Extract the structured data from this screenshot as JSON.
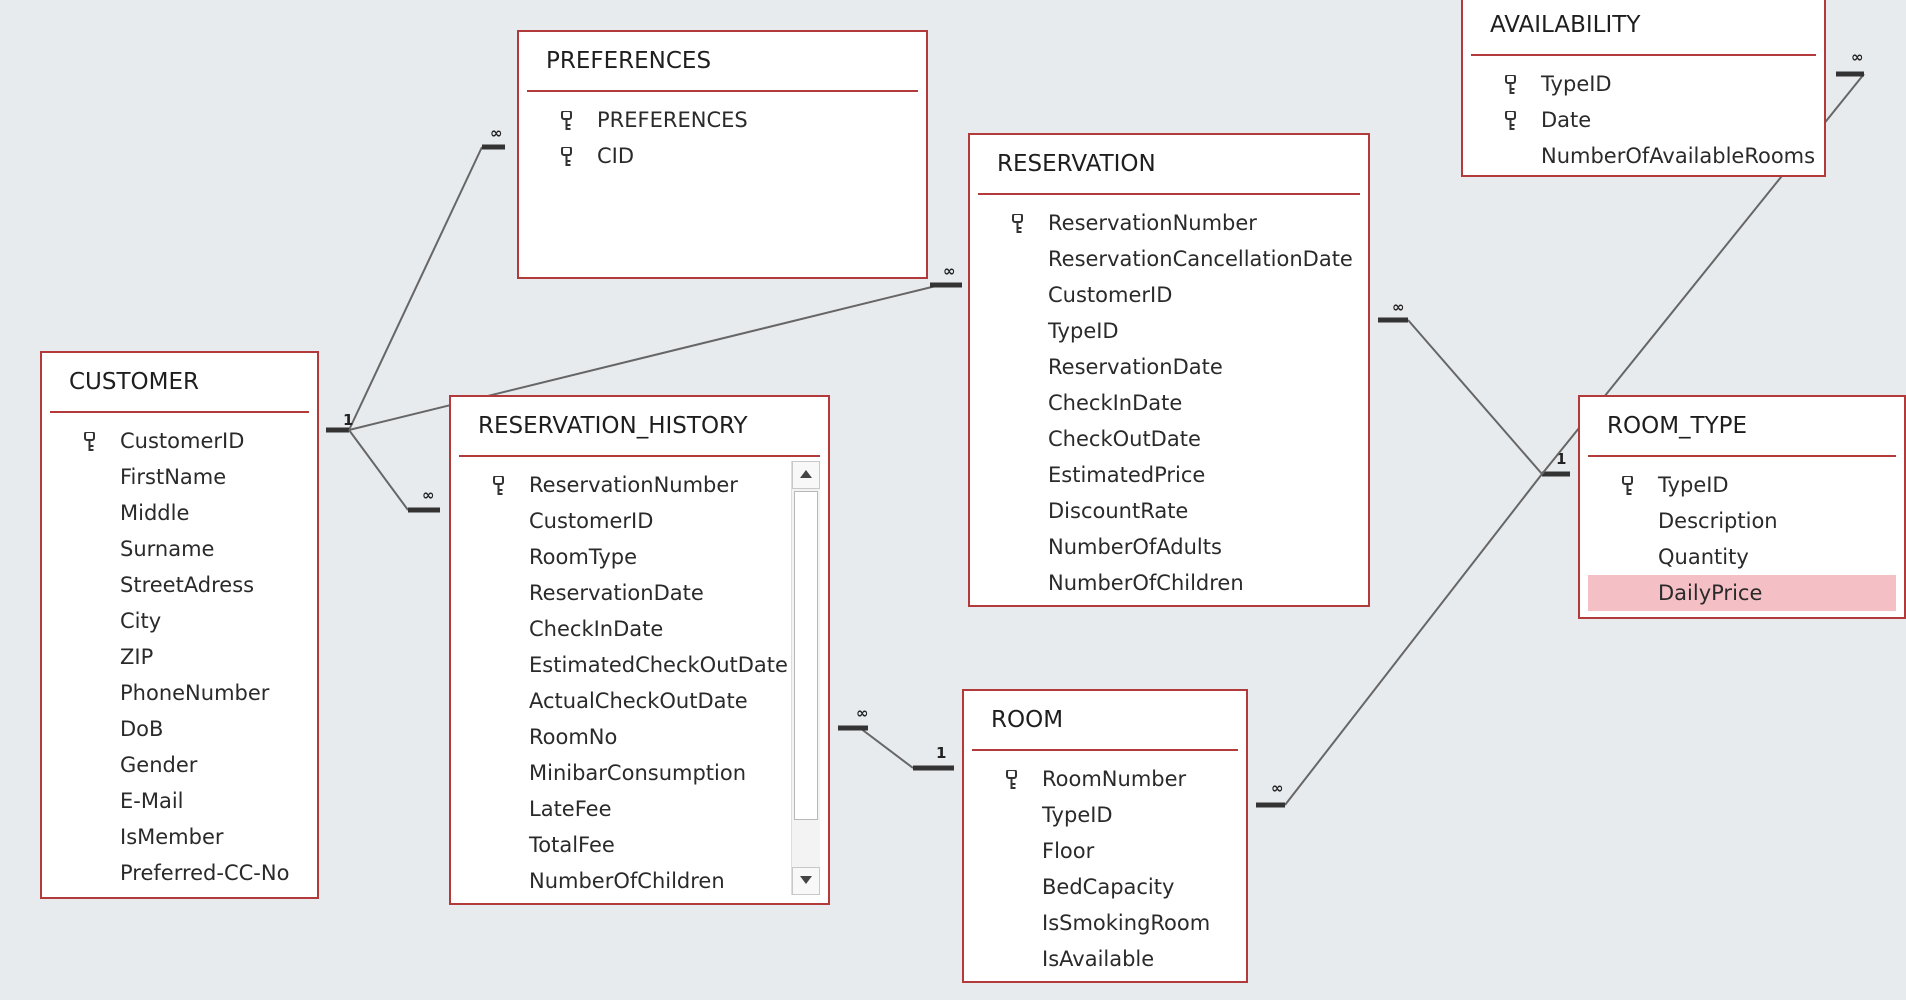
{
  "tables": {
    "preferences": {
      "title": "PREFERENCES",
      "fields": [
        {
          "name": "PREFERENCES",
          "key": true
        },
        {
          "name": "CID",
          "key": true
        }
      ]
    },
    "availability": {
      "title": "AVAILABILITY",
      "fields": [
        {
          "name": "TypeID",
          "key": true
        },
        {
          "name": "Date",
          "key": true
        },
        {
          "name": "NumberOfAvailableRooms",
          "key": false
        }
      ]
    },
    "reservation": {
      "title": "RESERVATION",
      "fields": [
        {
          "name": "ReservationNumber",
          "key": true
        },
        {
          "name": "ReservationCancellationDate",
          "key": false
        },
        {
          "name": "CustomerID",
          "key": false
        },
        {
          "name": "TypeID",
          "key": false
        },
        {
          "name": "ReservationDate",
          "key": false
        },
        {
          "name": "CheckInDate",
          "key": false
        },
        {
          "name": "CheckOutDate",
          "key": false
        },
        {
          "name": "EstimatedPrice",
          "key": false
        },
        {
          "name": "DiscountRate",
          "key": false
        },
        {
          "name": "NumberOfAdults",
          "key": false
        },
        {
          "name": "NumberOfChildren",
          "key": false
        }
      ]
    },
    "customer": {
      "title": "CUSTOMER",
      "fields": [
        {
          "name": "CustomerID",
          "key": true
        },
        {
          "name": "FirstName",
          "key": false
        },
        {
          "name": "Middle",
          "key": false
        },
        {
          "name": "Surname",
          "key": false
        },
        {
          "name": "StreetAdress",
          "key": false
        },
        {
          "name": "City",
          "key": false
        },
        {
          "name": "ZIP",
          "key": false
        },
        {
          "name": "PhoneNumber",
          "key": false
        },
        {
          "name": "DoB",
          "key": false
        },
        {
          "name": "Gender",
          "key": false
        },
        {
          "name": "E-Mail",
          "key": false
        },
        {
          "name": "IsMember",
          "key": false
        },
        {
          "name": "Preferred-CC-No",
          "key": false
        }
      ]
    },
    "reservation_history": {
      "title": "RESERVATION_HISTORY",
      "fields": [
        {
          "name": "ReservationNumber",
          "key": true
        },
        {
          "name": "CustomerID",
          "key": false
        },
        {
          "name": "RoomType",
          "key": false
        },
        {
          "name": "ReservationDate",
          "key": false
        },
        {
          "name": "CheckInDate",
          "key": false
        },
        {
          "name": "EstimatedCheckOutDate",
          "key": false
        },
        {
          "name": "ActualCheckOutDate",
          "key": false
        },
        {
          "name": "RoomNo",
          "key": false
        },
        {
          "name": "MinibarConsumption",
          "key": false
        },
        {
          "name": "LateFee",
          "key": false
        },
        {
          "name": "TotalFee",
          "key": false
        },
        {
          "name": "NumberOfChildren",
          "key": false
        }
      ]
    },
    "room_type": {
      "title": "ROOM_TYPE",
      "fields": [
        {
          "name": "TypeID",
          "key": true
        },
        {
          "name": "Description",
          "key": false
        },
        {
          "name": "Quantity",
          "key": false
        },
        {
          "name": "DailyPrice",
          "key": false,
          "selected": true
        }
      ]
    },
    "room": {
      "title": "ROOM",
      "fields": [
        {
          "name": "RoomNumber",
          "key": true
        },
        {
          "name": "TypeID",
          "key": false
        },
        {
          "name": "Floor",
          "key": false
        },
        {
          "name": "BedCapacity",
          "key": false
        },
        {
          "name": "IsSmokingRoom",
          "key": false
        },
        {
          "name": "IsAvailable",
          "key": false
        }
      ]
    }
  },
  "relationships": [
    {
      "from": "customer",
      "to": "preferences",
      "from_label": "1",
      "to_label": "∞"
    },
    {
      "from": "customer",
      "to": "reservation",
      "from_label": "1",
      "to_label": "∞"
    },
    {
      "from": "customer",
      "to": "reservation_history",
      "from_label": "1",
      "to_label": "∞"
    },
    {
      "from": "room_type",
      "to": "reservation",
      "from_label": "1",
      "to_label": "∞"
    },
    {
      "from": "room_type",
      "to": "availability",
      "from_label": "1",
      "to_label": "∞"
    },
    {
      "from": "room_type",
      "to": "room",
      "from_label": "1",
      "to_label": "∞"
    },
    {
      "from": "room",
      "to": "reservation_history",
      "from_label": "1",
      "to_label": "∞"
    }
  ],
  "colors": {
    "border": "#b33a3a",
    "selected": "#f4c0c5",
    "background": "#e8ebee",
    "line": "#666666"
  },
  "icons": {
    "primary_key": "key-icon",
    "scroll_up": "scroll-up-arrow-icon",
    "scroll_down": "scroll-down-arrow-icon"
  }
}
